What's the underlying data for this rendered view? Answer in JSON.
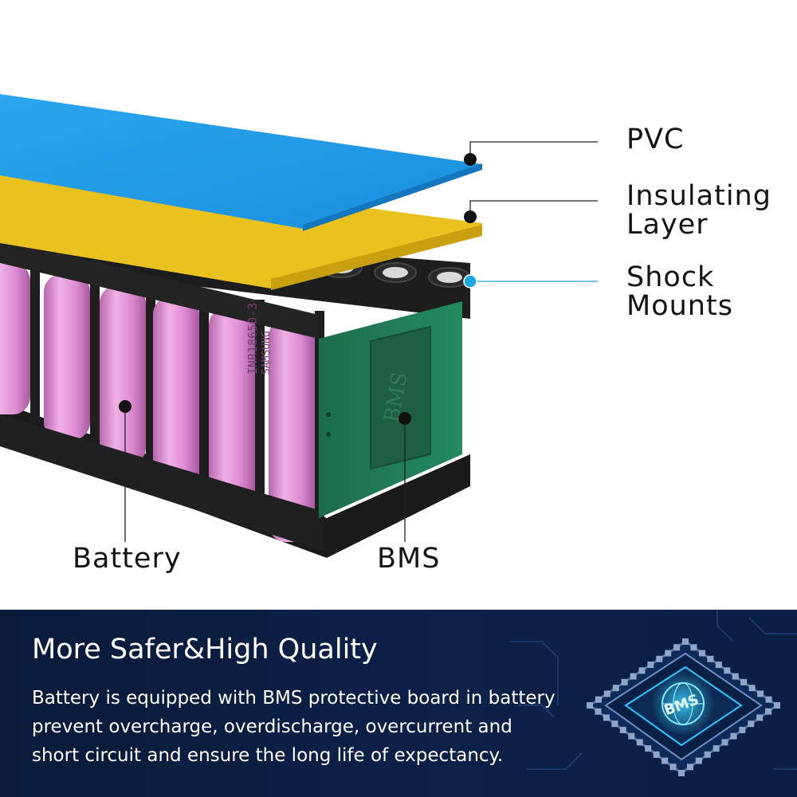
{
  "diagram": {
    "labels": {
      "pvc": "PVC",
      "insulating": [
        "Insulating",
        "Layer"
      ],
      "shock": [
        "Shock",
        "Mounts"
      ],
      "battery": "Battery",
      "bms": "BMS"
    },
    "bms_board_text": "BMS",
    "cell_marking": [
      "INR18650-3",
      "SAMSUNG"
    ]
  },
  "banner": {
    "title": "More Safer&High Quality",
    "description_lines": [
      "Battery is equipped with BMS protective board in battery",
      "prevent overcharge, overdischarge, overcurrent and",
      "short circuit and ensure the long life of expectancy."
    ],
    "chip_label": "BMS"
  },
  "colors": {
    "pvc": "#1a9be6",
    "insulating": "#e8bf1e",
    "cell": "#de8fd4",
    "holder": "#1b1b1b",
    "bms_board": "#1f7a56",
    "callout_accent": "#19a7e0",
    "banner_bg": "#0b1e44"
  }
}
